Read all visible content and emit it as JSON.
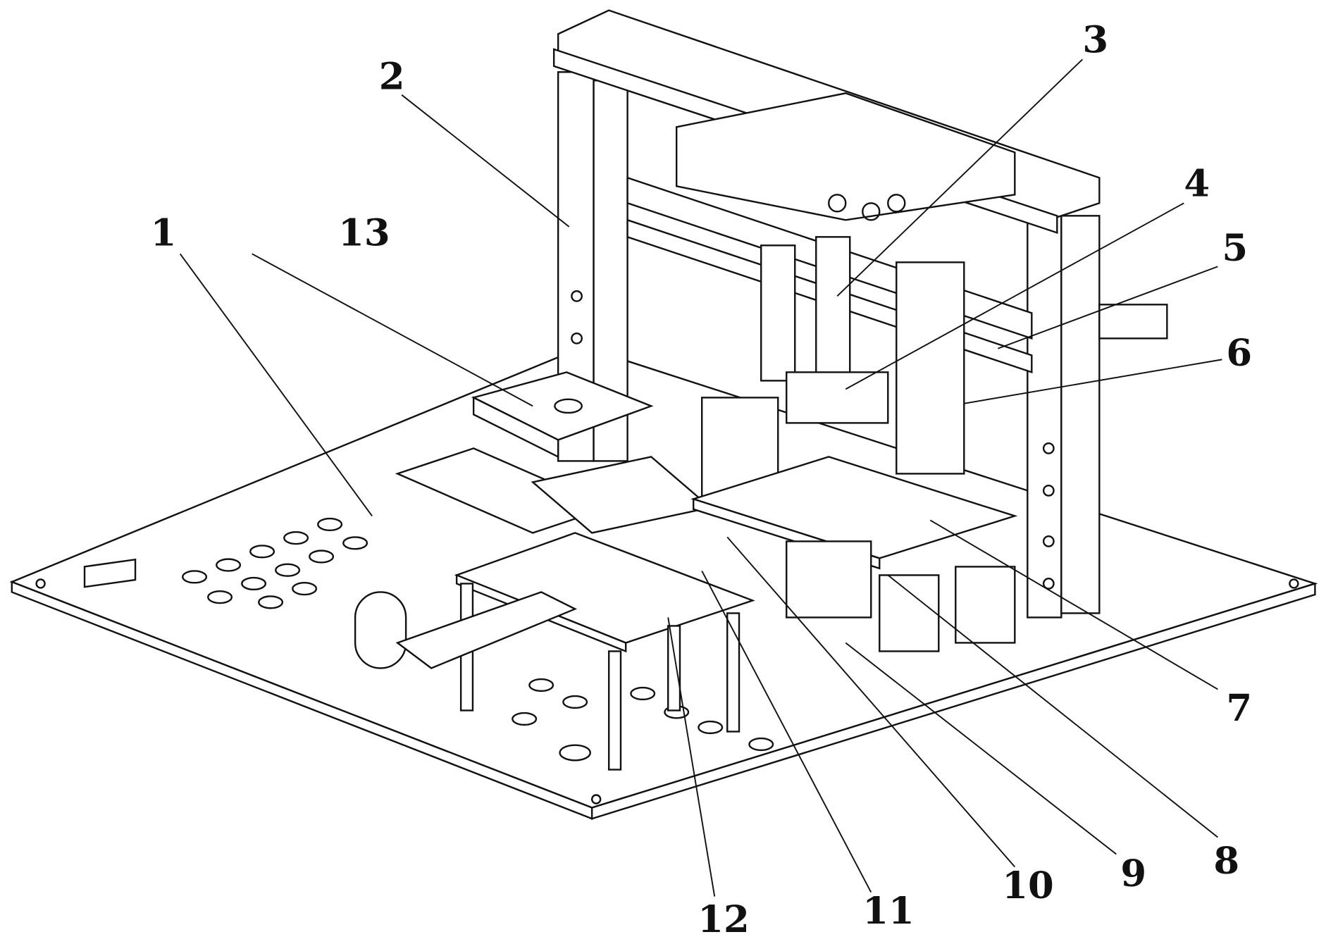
{
  "figure": {
    "type": "patent-assembly-drawing",
    "labels": [
      {
        "id": "1",
        "text": "1"
      },
      {
        "id": "2",
        "text": "2"
      },
      {
        "id": "3",
        "text": "3"
      },
      {
        "id": "4",
        "text": "4"
      },
      {
        "id": "5",
        "text": "5"
      },
      {
        "id": "6",
        "text": "6"
      },
      {
        "id": "7",
        "text": "7"
      },
      {
        "id": "8",
        "text": "8"
      },
      {
        "id": "9",
        "text": "9"
      },
      {
        "id": "10",
        "text": "10"
      },
      {
        "id": "11",
        "text": "11"
      },
      {
        "id": "12",
        "text": "12"
      },
      {
        "id": "13",
        "text": "13"
      }
    ]
  }
}
